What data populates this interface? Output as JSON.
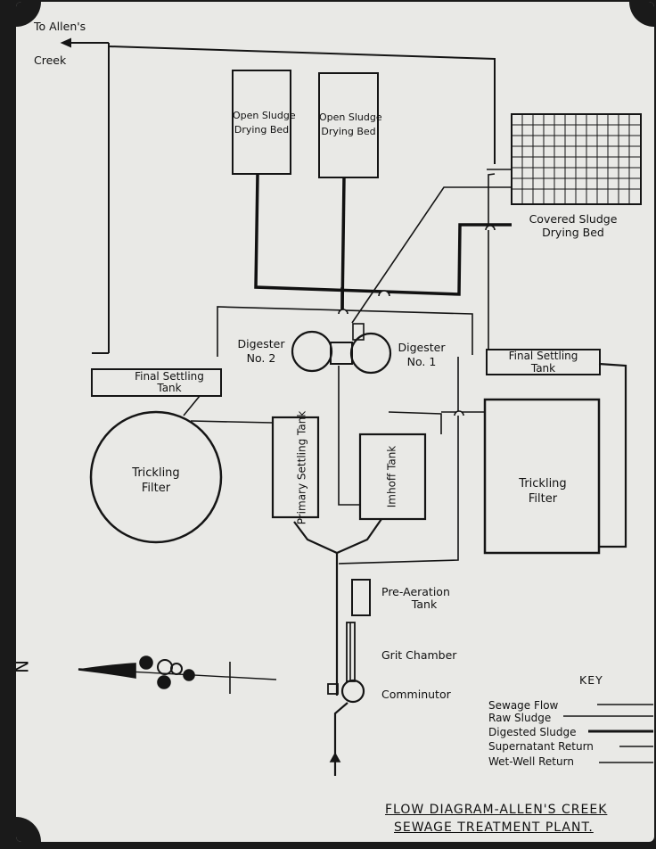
{
  "labels": {
    "to_allens": "To Allen's",
    "creek": "Creek",
    "open_bed_1_a": "Open Sludge",
    "open_bed_1_b": "Drying Bed",
    "open_bed_2_a": "Open Sludge",
    "open_bed_2_b": "Drying Bed",
    "covered_bed_a": "Covered Sludge",
    "covered_bed_b": "Drying Bed",
    "digester2_a": "Digester",
    "digester2_b": "No. 2",
    "digester1_a": "Digester",
    "digester1_b": "No. 1",
    "final_left_a": "Final Settling",
    "final_left_b": "Tank",
    "final_right_a": "Final Settling",
    "final_right_b": "Tank",
    "trickling_left_a": "Trickling",
    "trickling_left_b": "Filter",
    "trickling_right_a": "Trickling",
    "trickling_right_b": "Filter",
    "primary": "Primary Settling Tank",
    "imhoff": "Imhoff Tank",
    "preaeration_a": "Pre-Aeration",
    "preaeration_b": "Tank",
    "grit": "Grit Chamber",
    "comminutor": "Comminutor",
    "north": "N"
  },
  "key": {
    "title": "KEY",
    "items": [
      "Sewage Flow",
      "Raw Sludge",
      "Digested Sludge",
      "Supernatant Return",
      "Wet-Well Return"
    ]
  },
  "title": {
    "line1": "FLOW DIAGRAM-ALLEN'S CREEK",
    "line2": "SEWAGE TREATMENT PLANT."
  }
}
